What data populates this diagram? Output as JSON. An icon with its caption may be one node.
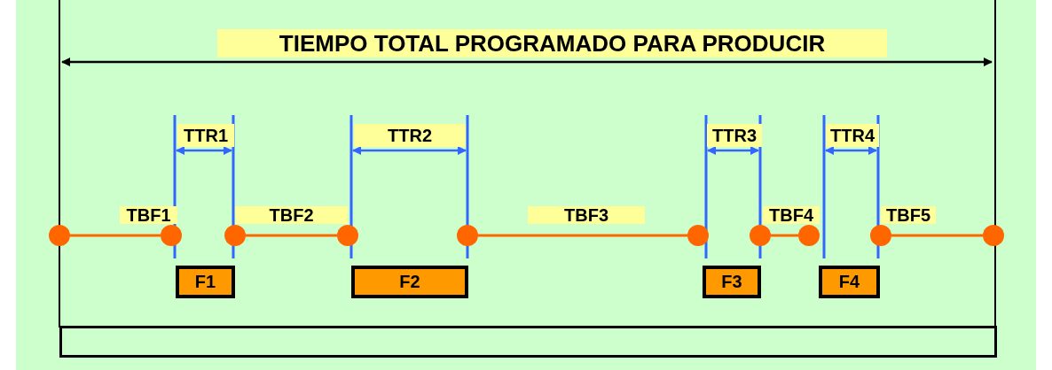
{
  "diagram": {
    "nodes": [
      {
        "text": [],
        "shape": "circle"
      },
      {
        "text": [],
        "shape": "circle"
      },
      {
        "text": [],
        "shape": "circle"
      },
      {
        "text": [],
        "shape": "circle"
      },
      {
        "text": [],
        "shape": "circle"
      },
      {
        "text": [],
        "shape": "circle"
      },
      {
        "text": [],
        "shape": "circle"
      },
      {
        "text": [],
        "shape": "circle"
      },
      {
        "text": [],
        "shape": "circle"
      },
      {
        "text": [],
        "shape": "circle"
      },
      {
        "text": [
          "F1"
        ]
      },
      {
        "text": [
          "F2"
        ]
      },
      {
        "text": [
          "F3"
        ]
      },
      {
        "text": [
          "F4"
        ]
      },
      {
        "text": [],
        "shape": "box"
      }
    ],
    "edges": [
      {
        "from": 0,
        "to": 1,
        "arrow": "none",
        "label": "TBF1"
      },
      {
        "from": 2,
        "to": 3,
        "arrow": "none",
        "label": "TBF2"
      },
      {
        "from": 4,
        "to": 5,
        "arrow": "none",
        "label": "TBF3"
      },
      {
        "from": 6,
        "to": 7,
        "arrow": "none",
        "label": "TBF4"
      },
      {
        "from": 8,
        "to": 9,
        "arrow": "none",
        "label": "TBF5"
      }
    ],
    "labels": [
      "TIEMPO TOTAL PROGRAMADO PARA PRODUCIR",
      "TTR1",
      "TTR2",
      "TTR3",
      "TTR4"
    ]
  }
}
